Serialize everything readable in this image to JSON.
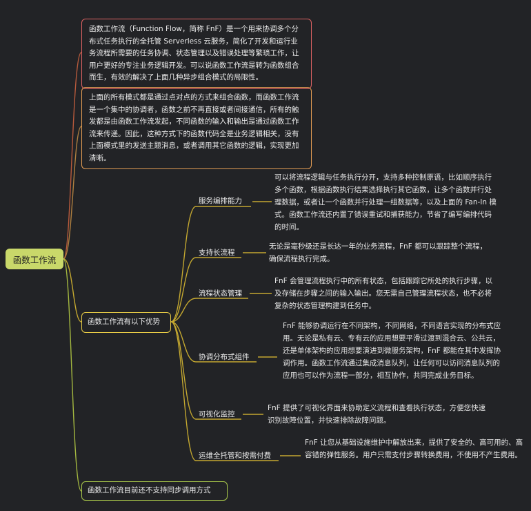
{
  "root": "函数工作流",
  "notes": [
    "函数工作流（Function Flow，简称 FnF）是一个用来协调多个分布式任务执行的全托管 Serverless 云服务，简化了开发和运行业务流程所需要的任务协调、状态管理以及错误处理等繁琐工作，让用户更好的专注业务逻辑开发。可以说函数工作流是转为函数组合而生，有效的解决了上面几种异步组合模式的局限性。",
    "上面的所有模式都是通过点对点的方式来组合函数，而函数工作流是一个集中的协调者，函数之前不再直接或者间接通信，所有的触发都是由函数工作流发起，不同函数的输入和输出是通过函数工作流来传递。因此，这种方式下的函数代码全是业务逻辑相关，没有上面模式里的发送主题消息，或者调用其它函数的逻辑，实现更加清晰。"
  ],
  "advantages_title": "函数工作流有以下优势",
  "advantages": [
    {
      "label": "服务编排能力",
      "desc": "可以将流程逻辑与任务执行分开，支持多种控制原语，比如顺序执行多个函数，根据函数执行结果选择执行其它函数，让多个函数并行处理数据，或者让一个函数并行处理一组数据等，以及上面的 Fan-In 模式。函数工作流还内置了错误重试和捕获能力，节省了编写编排代码的时间。"
    },
    {
      "label": "支持长流程",
      "desc": "无论是毫秒级还是长达一年的业务流程，FnF 都可以跟踪整个流程，确保流程执行完成。"
    },
    {
      "label": "流程状态管理",
      "desc": "FnF 会管理流程执行中的所有状态，包括跟踪它所处的执行步骤，以及存储在步骤之间的输入输出。您无需自己管理流程状态，也不必将复杂的状态管理构建到任务中。"
    },
    {
      "label": "协调分布式组件",
      "desc": "FnF 能够协调运行在不同架构，不同网络，不同语言实现的分布式应用。无论是私有云、专有云的应用想要平滑过渡到混合云、公共云，还是单体架构的应用想要演进到微服务架构，FnF 都能在其中发挥协调作用。函数工作流通过集成消息队列，让任何可以访问消息队列的应用也可以作为流程一部分，相互协作，共同完成业务目标。"
    },
    {
      "label": "可视化监控",
      "desc": "FnF 提供了可视化界面来协助定义流程和查看执行状态，方便您快速识别故障位置，并快速排除故障问题。"
    },
    {
      "label": "运维全托管和按需付费",
      "desc": "FnF 让您从基础设施维护中解放出来，提供了安全的、高可用的、高容错的弹性服务。用户只需支付步骤转换费用，不使用不产生费用。"
    }
  ],
  "limitation": "函数工作流目前还不支持同步调用方式",
  "colors": {
    "root_bg": "#c9d86a",
    "note1_border": "#e06363",
    "note2_border": "#e8a055",
    "advantages_border": "#e8cc46",
    "limitation_border": "#a9c84a",
    "line_red": "#b85a3c",
    "line_orange": "#b08040",
    "line_yellow": "#c4a830",
    "line_green": "#a4b840"
  }
}
